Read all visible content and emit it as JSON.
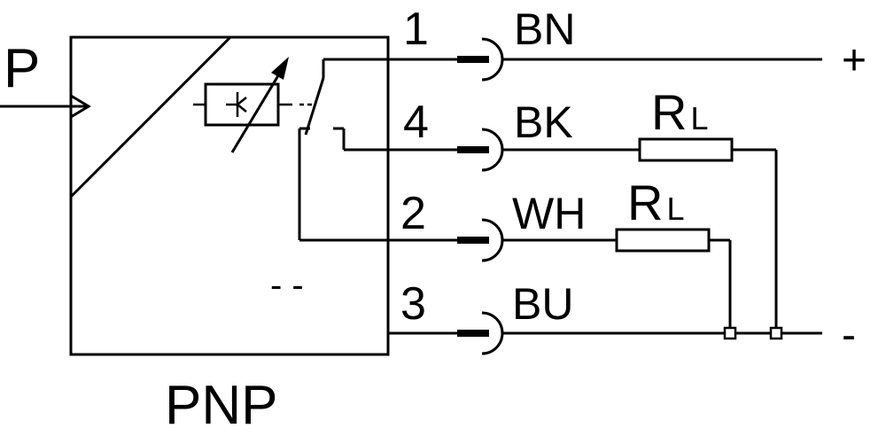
{
  "diagram": {
    "input_label": "P",
    "output_type": "PNP",
    "ground_mark": "- -",
    "pins": [
      {
        "number": "1",
        "color": "BN"
      },
      {
        "number": "4",
        "color": "BK"
      },
      {
        "number": "2",
        "color": "WH"
      },
      {
        "number": "3",
        "color": "BU"
      }
    ],
    "load": {
      "letter": "R",
      "subscript": "L"
    },
    "supply": {
      "positive": "+",
      "negative": "-"
    }
  }
}
